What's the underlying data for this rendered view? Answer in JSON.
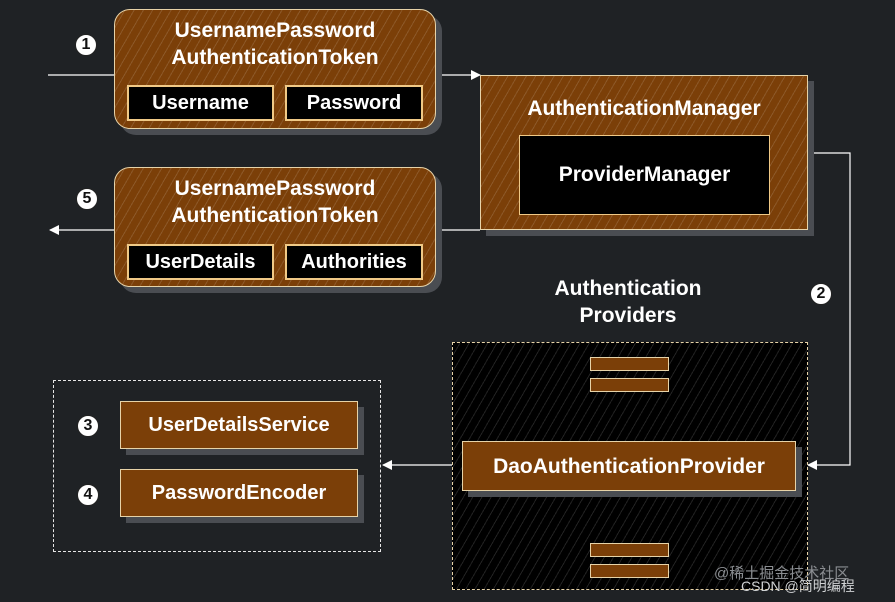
{
  "token_in": {
    "line1": "UsernamePassword",
    "line2": "AuthenticationToken",
    "field_a": "Username",
    "field_b": "Password"
  },
  "token_out": {
    "line1": "UsernamePassword",
    "line2": "AuthenticationToken",
    "field_a": "UserDetails",
    "field_b": "Authorities"
  },
  "manager": {
    "title": "AuthenticationManager",
    "inner": "ProviderManager"
  },
  "providers": {
    "line1": "Authentication",
    "line2": "Providers",
    "dao": "DaoAuthenticationProvider"
  },
  "services": {
    "user_details_service": "UserDetailsService",
    "password_encoder": "PasswordEncoder"
  },
  "steps": [
    "1",
    "2",
    "3",
    "4",
    "5"
  ],
  "watermark": {
    "line1": "@稀土掘金技术社区",
    "line2": "CSDN @简明编程"
  },
  "colors": {
    "background": "#1f2225",
    "box_fill": "#7b3f08",
    "border": "#e7d3a8",
    "field_border": "#f0c986"
  }
}
